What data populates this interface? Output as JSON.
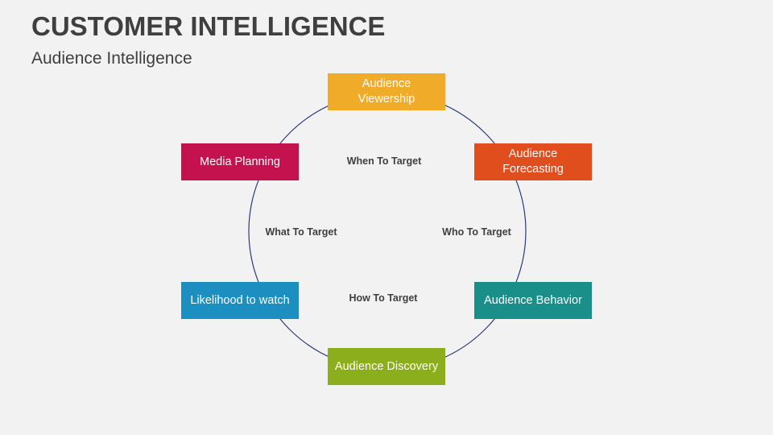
{
  "title": "CUSTOMER INTELLIGENCE",
  "subtitle": "Audience Intelligence",
  "nodes": {
    "viewership": {
      "label": "Audience Viewership",
      "color": "#f0ab28"
    },
    "forecasting": {
      "label": "Audience Forecasting",
      "color": "#e04e1e"
    },
    "behavior": {
      "label": "Audience Behavior",
      "color": "#1a8f8a"
    },
    "discovery": {
      "label": "Audience Discovery",
      "color": "#8cae1c"
    },
    "likelihood": {
      "label": "Likelihood to watch",
      "color": "#1c8ec0"
    },
    "media_planning": {
      "label": "Media Planning",
      "color": "#c4124f"
    }
  },
  "questions": {
    "when": "When To Target",
    "who": "Who To Target",
    "how": "How To Target",
    "what": "What To Target"
  },
  "ring_color": "#2b3a7a"
}
